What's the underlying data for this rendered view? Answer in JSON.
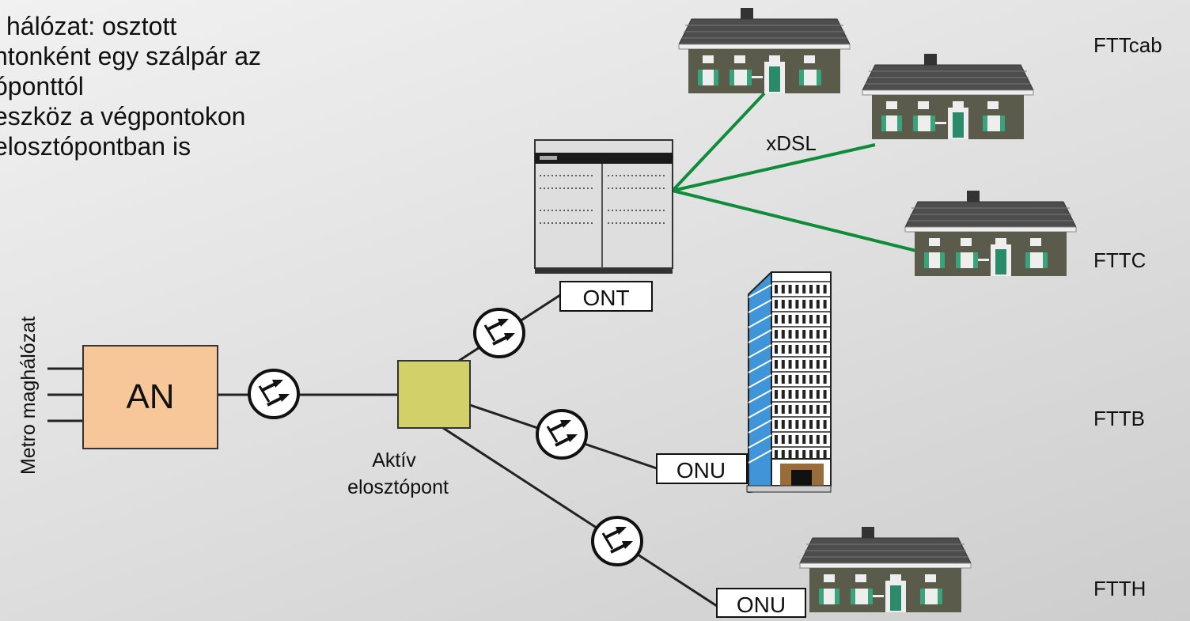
{
  "text_lines": [
    "i hálózat: osztott",
    "ntonként egy szálpár az",
    "óponttól",
    "eszköz a végpontokon",
    "elosztópontban is"
  ],
  "labels": {
    "metro": "Metro maghálózat",
    "an": "AN",
    "aktiv_line1": "Aktív",
    "aktiv_line2": "elosztópont",
    "ont": "ONT",
    "onu_building": "ONU",
    "onu_house": "ONU",
    "xdsl": "xDSL",
    "fttcab": "FTTcab",
    "fttc": "FTTC",
    "fttb": "FTTB",
    "ftth": "FTTH"
  },
  "colors": {
    "an_box": "#f7c79a",
    "splitter_box": "#d2d068",
    "copper_line": "#0f8c3a",
    "fiber_line": "#222222",
    "house_wall": "#5a5a4a",
    "house_roof": "#555555",
    "building_glass": "#4aa0e0"
  }
}
